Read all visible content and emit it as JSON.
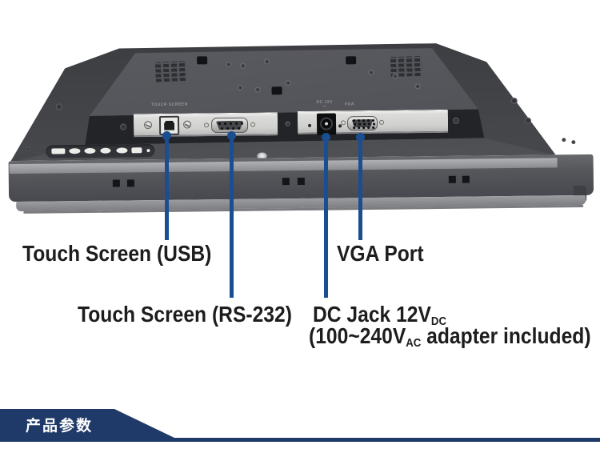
{
  "banner": {
    "title": "产品参数"
  },
  "callout_labels": {
    "usb": "Touch Screen (USB)",
    "rs232": "Touch Screen (RS-232)",
    "vga": "VGA Port",
    "dc_main": "DC Jack 12V",
    "dc_sub": "DC",
    "adapter_pre": "(100~240V",
    "adapter_sub": "AC",
    "adapter_post": " adapter included)"
  },
  "engravings": {
    "touch": "TOUCH SCREEN",
    "dc": "DC 12V",
    "dc_symbol": "⎓",
    "vga": "VGA"
  },
  "colors": {
    "callout_line": "#1a4e90",
    "banner_blue": "#1f3a68",
    "label_text": "#1d1d1f"
  }
}
